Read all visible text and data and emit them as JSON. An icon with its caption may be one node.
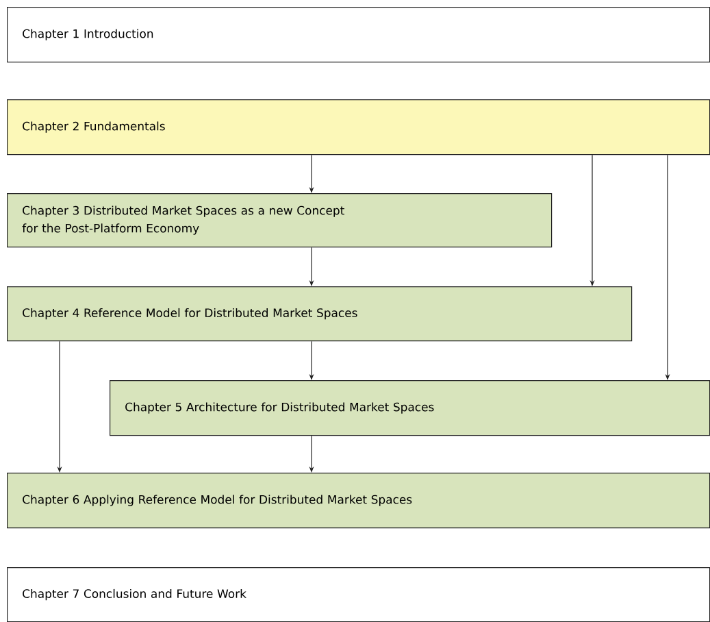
{
  "diagram": {
    "nodes": [
      {
        "text": [
          "Chapter 1 Introduction"
        ]
      },
      {
        "text": [
          "Chapter 2 Fundamentals"
        ]
      },
      {
        "text": [
          "Chapter 3 Distributed Market Spaces as a new Concept for the Post-Platform Economy"
        ]
      },
      {
        "text": [
          "Chapter 4 Reference Model for Distributed Market Spaces"
        ]
      },
      {
        "text": [
          "Chapter 5 Architecture for Distributed Market Spaces"
        ]
      },
      {
        "text": [
          "Chapter 6 Applying Reference Model for Distributed Market Spaces"
        ]
      },
      {
        "text": [
          "Chapter 7 Conclusion and Future Work"
        ]
      }
    ],
    "edges": [
      {
        "from": 1,
        "to": 2,
        "arrow": "to"
      },
      {
        "from": 2,
        "to": 3,
        "arrow": "to"
      },
      {
        "from": 1,
        "to": 3,
        "arrow": "to"
      },
      {
        "from": 1,
        "to": 4,
        "arrow": "to"
      },
      {
        "from": 3,
        "to": 4,
        "arrow": "to"
      },
      {
        "from": 3,
        "to": 5,
        "arrow": "to"
      },
      {
        "from": 4,
        "to": 5,
        "arrow": "to"
      }
    ]
  }
}
